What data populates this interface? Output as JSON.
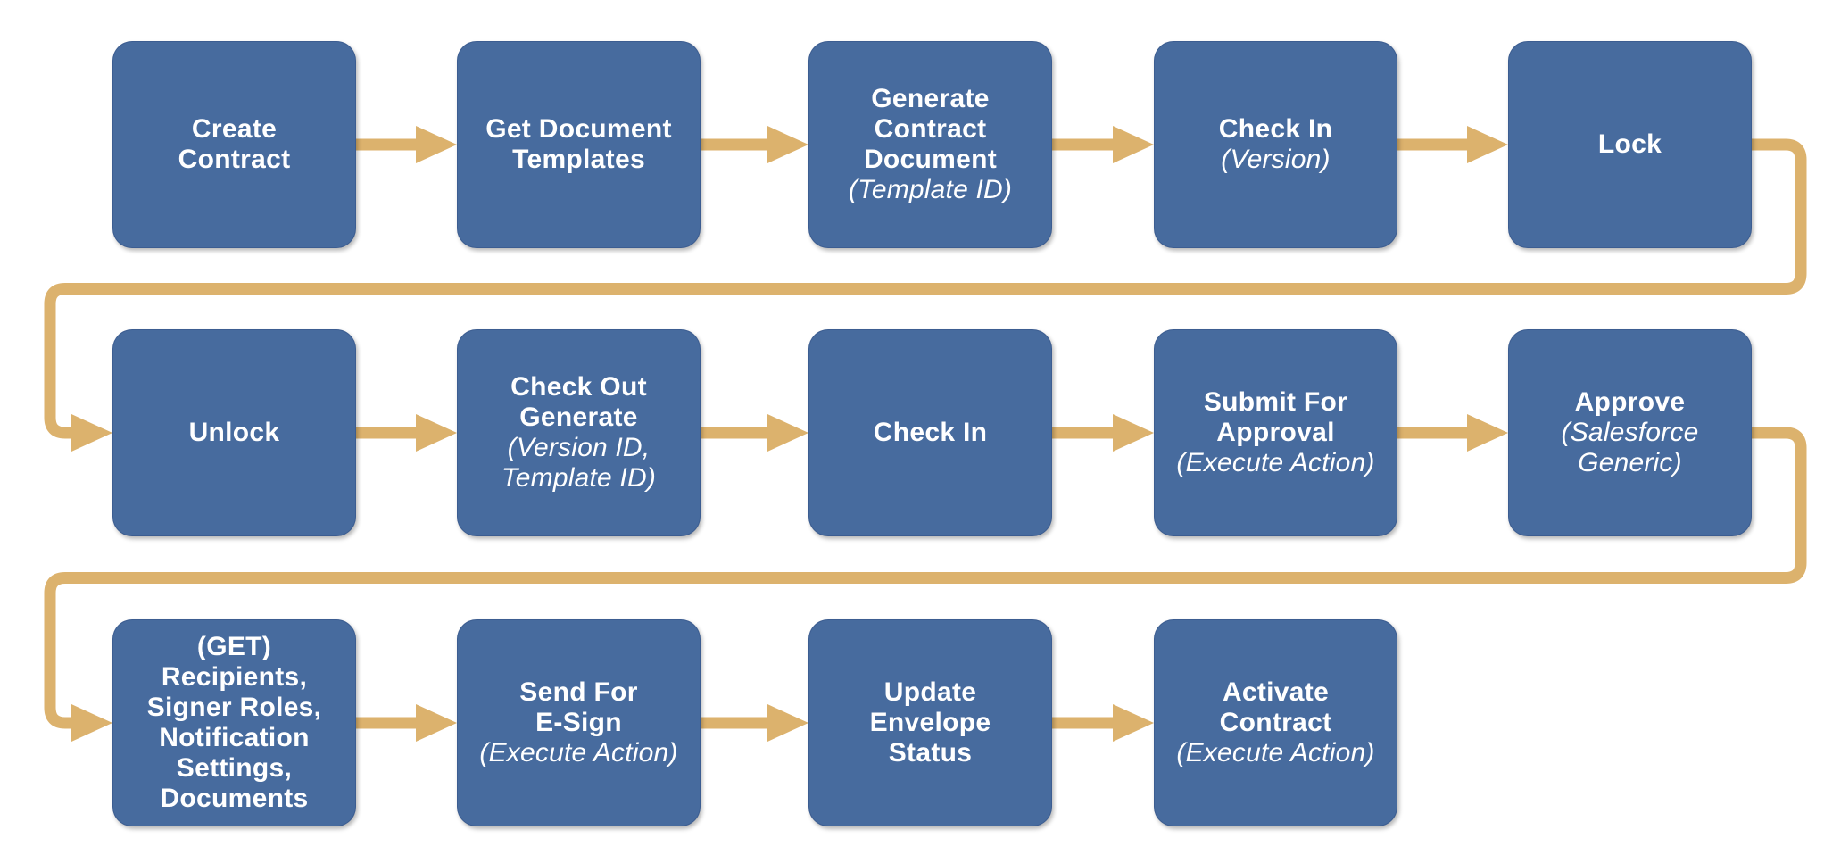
{
  "diagram": {
    "background": "#ffffff",
    "colors": {
      "box_fill": "#476b9e",
      "arrow": "#dcb26d",
      "text": "#ffffff"
    },
    "rows": [
      {
        "boxes": [
          {
            "id": "create-contract",
            "label": "Create Contract",
            "title_lines": [
              "Create",
              "Contract"
            ],
            "subtitle_lines": []
          },
          {
            "id": "get-document-templates",
            "label": "Get Document Templates",
            "title_lines": [
              "Get Document",
              "Templates"
            ],
            "subtitle_lines": []
          },
          {
            "id": "generate-contract-document",
            "label": "Generate Contract Document (Template ID)",
            "title_lines": [
              "Generate",
              "Contract",
              "Document"
            ],
            "subtitle_lines": [
              "(Template ID)"
            ]
          },
          {
            "id": "check-in-version",
            "label": "Check In (Version)",
            "title_lines": [
              "Check In"
            ],
            "subtitle_lines": [
              "(Version)"
            ]
          },
          {
            "id": "lock",
            "label": "Lock",
            "title_lines": [
              "Lock"
            ],
            "subtitle_lines": []
          }
        ]
      },
      {
        "boxes": [
          {
            "id": "unlock",
            "label": "Unlock",
            "title_lines": [
              "Unlock"
            ],
            "subtitle_lines": []
          },
          {
            "id": "check-out-generate",
            "label": "Check Out Generate (Version ID, Template ID)",
            "title_lines": [
              "Check Out",
              "Generate"
            ],
            "subtitle_lines": [
              "(Version ID,",
              "Template ID)"
            ]
          },
          {
            "id": "check-in",
            "label": "Check In",
            "title_lines": [
              "Check In"
            ],
            "subtitle_lines": []
          },
          {
            "id": "submit-for-approval",
            "label": "Submit For Approval (Execute Action)",
            "title_lines": [
              "Submit For",
              "Approval"
            ],
            "subtitle_lines": [
              "(Execute Action)"
            ]
          },
          {
            "id": "approve",
            "label": "Approve (Salesforce Generic)",
            "title_lines": [
              "Approve"
            ],
            "subtitle_lines": [
              "(Salesforce",
              "Generic)"
            ]
          }
        ]
      },
      {
        "boxes": [
          {
            "id": "get-recipients-signer-roles-notification-settings-documents",
            "label": "(GET) Recipients, Signer Roles, Notification Settings, Documents",
            "title_lines": [
              "(GET)",
              "Recipients,",
              "Signer Roles,",
              "Notification",
              "Settings,",
              "Documents"
            ],
            "subtitle_lines": []
          },
          {
            "id": "send-for-e-sign",
            "label": "Send For E-Sign (Execute Action)",
            "title_lines": [
              "Send For",
              "E-Sign"
            ],
            "subtitle_lines": [
              "(Execute Action)"
            ]
          },
          {
            "id": "update-envelope-status",
            "label": "Update Envelope Status",
            "title_lines": [
              "Update",
              "Envelope",
              "Status"
            ],
            "subtitle_lines": []
          },
          {
            "id": "activate-contract",
            "label": "Activate Contract (Execute Action)",
            "title_lines": [
              "Activate",
              "Contract"
            ],
            "subtitle_lines": [
              "(Execute Action)"
            ]
          }
        ]
      }
    ],
    "connections": [
      {
        "from": "create-contract",
        "to": "get-document-templates",
        "style": "straight"
      },
      {
        "from": "get-document-templates",
        "to": "generate-contract-document",
        "style": "straight"
      },
      {
        "from": "generate-contract-document",
        "to": "check-in-version",
        "style": "straight"
      },
      {
        "from": "check-in-version",
        "to": "lock",
        "style": "straight"
      },
      {
        "from": "lock",
        "to": "unlock",
        "style": "wrap"
      },
      {
        "from": "unlock",
        "to": "check-out-generate",
        "style": "straight"
      },
      {
        "from": "check-out-generate",
        "to": "check-in",
        "style": "straight"
      },
      {
        "from": "check-in",
        "to": "submit-for-approval",
        "style": "straight"
      },
      {
        "from": "submit-for-approval",
        "to": "approve",
        "style": "straight"
      },
      {
        "from": "approve",
        "to": "get-recipients-signer-roles-notification-settings-documents",
        "style": "wrap"
      },
      {
        "from": "get-recipients-signer-roles-notification-settings-documents",
        "to": "send-for-e-sign",
        "style": "straight"
      },
      {
        "from": "send-for-e-sign",
        "to": "update-envelope-status",
        "style": "straight"
      },
      {
        "from": "update-envelope-status",
        "to": "activate-contract",
        "style": "straight"
      }
    ]
  }
}
